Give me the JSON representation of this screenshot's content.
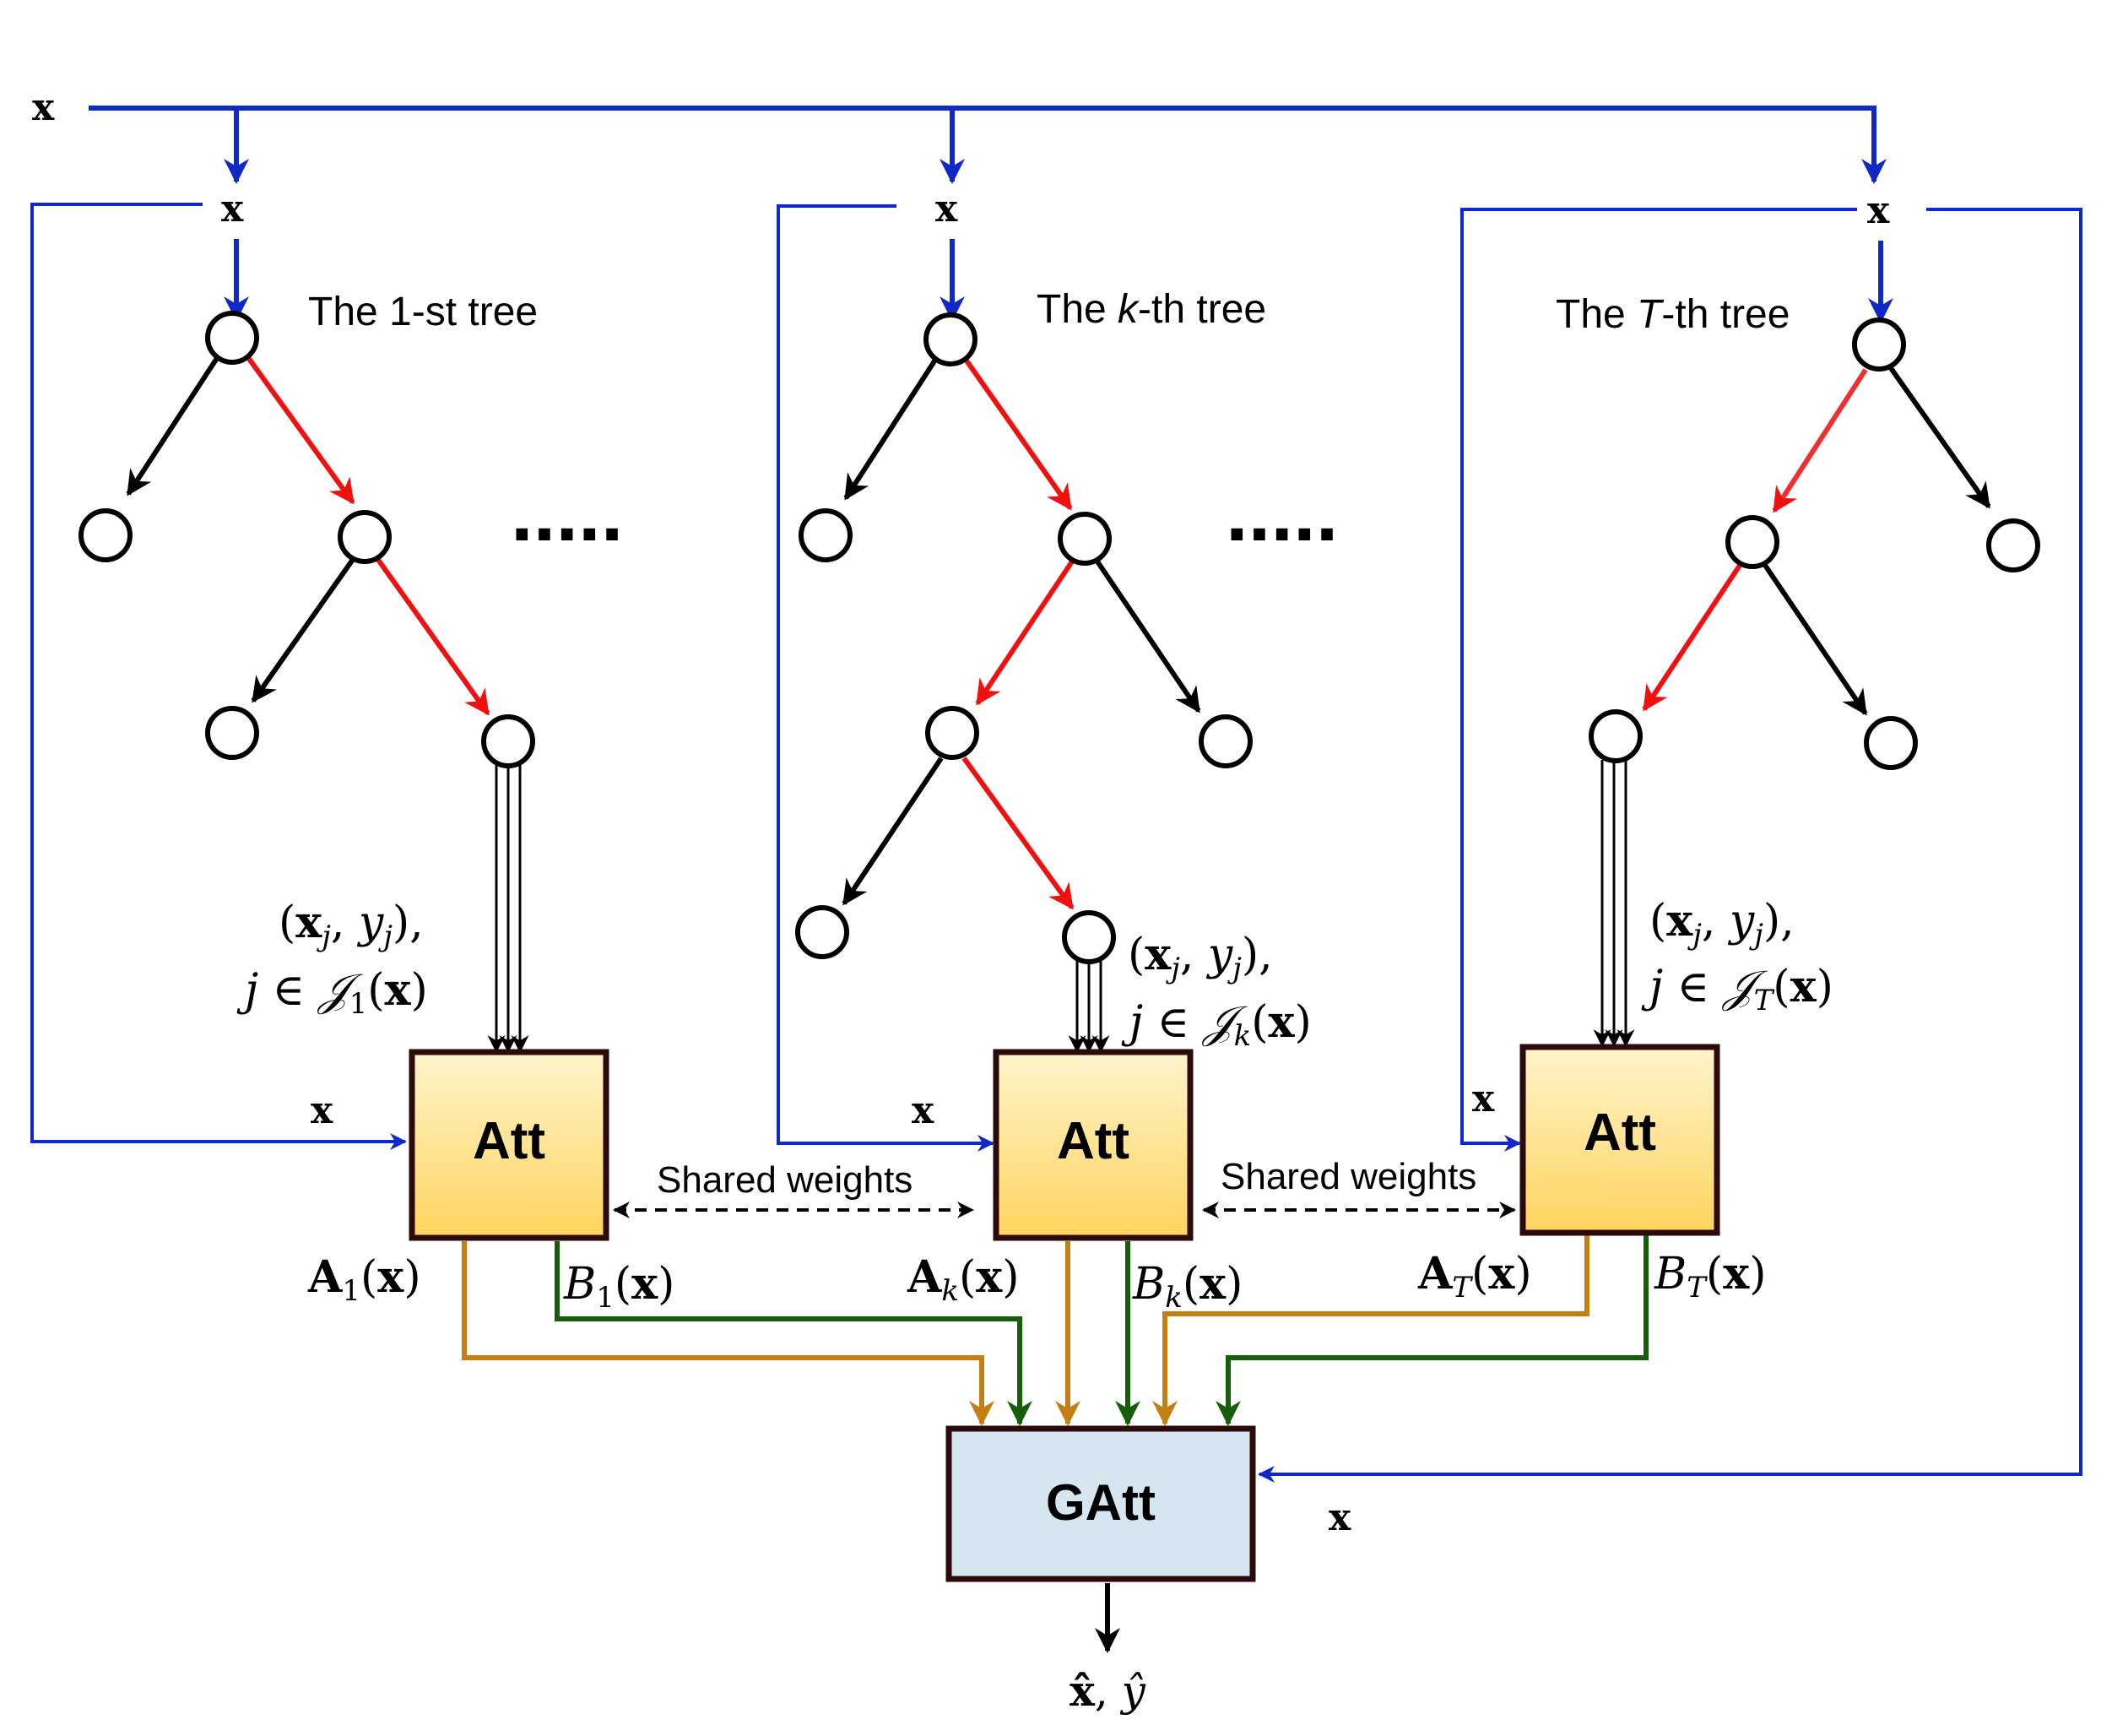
{
  "input_label": "x",
  "x_labels": {
    "tree1_top": "x",
    "treek_top": "x",
    "treeT_top": "x",
    "att1_side": "x",
    "attk_side": "x",
    "attT_side": "x",
    "gatt_side": "x"
  },
  "trees": [
    {
      "title_prefix": "The ",
      "title_var": "1",
      "title_suffix": "-st tree",
      "title_var_italic": false,
      "samples_line1": "(x_j, y_j),",
      "samples_line2_pre": "j ∈ 𝒥",
      "samples_sub": "1",
      "samples_line2_post": "(x)"
    },
    {
      "title_prefix": "The ",
      "title_var": "k",
      "title_suffix": "-th tree",
      "title_var_italic": true,
      "samples_line1": "(x_j, y_j),",
      "samples_line2_pre": "j ∈ 𝒥",
      "samples_sub": "k",
      "samples_line2_post": "(x)"
    },
    {
      "title_prefix": "The ",
      "title_var": "T",
      "title_suffix": "-th tree",
      "title_var_italic": true,
      "samples_line1": "(x_j, y_j),",
      "samples_line2_pre": "j ∈ 𝒥",
      "samples_sub": "T",
      "samples_line2_post": "(x)"
    }
  ],
  "ellipsis": ".....",
  "att_boxes": [
    {
      "label": "Att",
      "a_name": "A",
      "a_sub": "1",
      "b_name": "B",
      "b_sub": "1",
      "arg": "(x)"
    },
    {
      "label": "Att",
      "a_name": "A",
      "a_sub": "k",
      "b_name": "B",
      "b_sub": "k",
      "arg": "(x)"
    },
    {
      "label": "Att",
      "a_name": "A",
      "a_sub": "T",
      "b_name": "B",
      "b_sub": "T",
      "arg": "(x)"
    }
  ],
  "shared_weights": [
    "Shared weights",
    "Shared weights"
  ],
  "gatt": {
    "label": "GAtt"
  },
  "output": {
    "x_hat": "x̂",
    "sep": ", ",
    "y_hat": "ŷ"
  },
  "colors": {
    "input_blue": "#1128c8",
    "path_red": "#f01010",
    "edge_black": "#000000",
    "a_orange": "#c47f12",
    "b_green": "#165e0a",
    "att_fill_top": "#fff4cc",
    "att_fill_bottom": "#ffd45e",
    "gatt_fill": "#d6e6f0",
    "box_border": "#2c0a0a"
  }
}
